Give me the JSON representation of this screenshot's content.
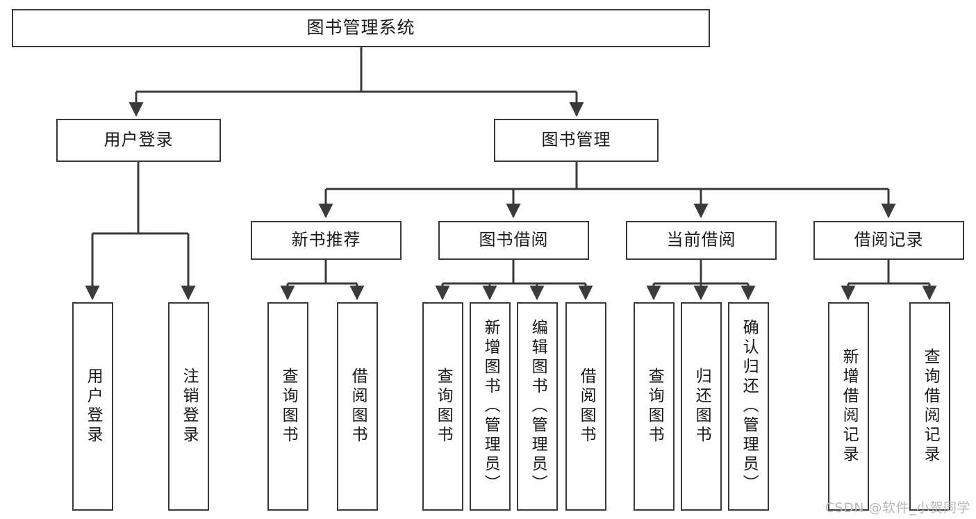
{
  "diagram": {
    "type": "tree",
    "title": "图书管理系统",
    "stroke_color": "#3a3a3a",
    "fill_color": "#ffffff",
    "text_color": "#1a1a1a",
    "levels": [
      {
        "level": 1,
        "nodes": [
          {
            "id": "root",
            "label": "图书管理系统",
            "orientation": "horizontal"
          }
        ]
      },
      {
        "level": 2,
        "nodes": [
          {
            "id": "n-user-login",
            "label": "用户登录",
            "orientation": "horizontal",
            "parent": "root"
          },
          {
            "id": "n-book-manage",
            "label": "图书管理",
            "orientation": "horizontal",
            "parent": "root"
          }
        ]
      },
      {
        "level": 3,
        "nodes": [
          {
            "id": "n-new-book-rec",
            "label": "新书推荐",
            "orientation": "horizontal",
            "parent": "n-book-manage"
          },
          {
            "id": "n-book-borrow",
            "label": "图书借阅",
            "orientation": "horizontal",
            "parent": "n-book-manage"
          },
          {
            "id": "n-current-borrow",
            "label": "当前借阅",
            "orientation": "horizontal",
            "parent": "n-book-manage"
          },
          {
            "id": "n-borrow-record",
            "label": "借阅记录",
            "orientation": "horizontal",
            "parent": "n-book-manage"
          }
        ]
      },
      {
        "level": 4,
        "nodes": [
          {
            "id": "leaf-user-login",
            "label": "用户登录",
            "orientation": "vertical",
            "parent": "n-user-login"
          },
          {
            "id": "leaf-logout",
            "label": "注销登录",
            "orientation": "vertical",
            "parent": "n-user-login"
          },
          {
            "id": "leaf-query-book-1",
            "label": "查询图书",
            "orientation": "vertical",
            "parent": "n-new-book-rec"
          },
          {
            "id": "leaf-borrow-book-1",
            "label": "借阅图书",
            "orientation": "vertical",
            "parent": "n-new-book-rec"
          },
          {
            "id": "leaf-query-book-2",
            "label": "查询图书",
            "orientation": "vertical",
            "parent": "n-book-borrow"
          },
          {
            "id": "leaf-add-book",
            "label": "新增图书（管理员）",
            "orientation": "vertical",
            "parent": "n-book-borrow"
          },
          {
            "id": "leaf-edit-book",
            "label": "编辑图书（管理员）",
            "orientation": "vertical",
            "parent": "n-book-borrow"
          },
          {
            "id": "leaf-borrow-book-2",
            "label": "借阅图书",
            "orientation": "vertical",
            "parent": "n-book-borrow"
          },
          {
            "id": "leaf-query-book-3",
            "label": "查询图书",
            "orientation": "vertical",
            "parent": "n-current-borrow"
          },
          {
            "id": "leaf-return-book",
            "label": "归还图书",
            "orientation": "vertical",
            "parent": "n-current-borrow"
          },
          {
            "id": "leaf-confirm-return",
            "label": "确认归还（管理员）",
            "orientation": "vertical",
            "parent": "n-current-borrow"
          },
          {
            "id": "leaf-add-record",
            "label": "新增借阅记录",
            "orientation": "vertical",
            "parent": "n-borrow-record"
          },
          {
            "id": "leaf-query-record",
            "label": "查询借阅记录",
            "orientation": "vertical",
            "parent": "n-borrow-record"
          }
        ]
      }
    ]
  },
  "watermark": {
    "text": "CSDN @软件_小贺同学"
  }
}
